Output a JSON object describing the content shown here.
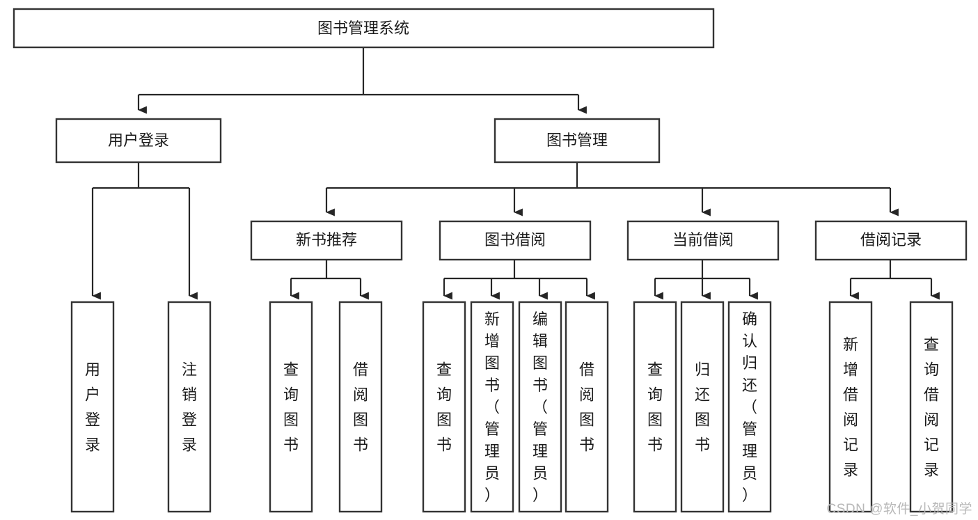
{
  "diagram": {
    "type": "tree-hierarchy",
    "orientation": "top-down",
    "title": "图书管理系统",
    "root": {
      "id": "root",
      "label": "图书管理系统",
      "level": 0
    },
    "level1": [
      {
        "id": "user-login",
        "label": "用户登录"
      },
      {
        "id": "book-manage",
        "label": "图书管理"
      }
    ],
    "level2": [
      {
        "id": "new-book-recommend",
        "label": "新书推荐",
        "parent": "book-manage"
      },
      {
        "id": "book-borrow",
        "label": "图书借阅",
        "parent": "book-manage"
      },
      {
        "id": "current-borrow",
        "label": "当前借阅",
        "parent": "book-manage"
      },
      {
        "id": "borrow-record",
        "label": "借阅记录",
        "parent": "book-manage"
      }
    ],
    "leaves": [
      {
        "id": "leaf-user-login",
        "label": "用户登录",
        "parent": "user-login"
      },
      {
        "id": "leaf-logout-login",
        "label": "注销登录",
        "parent": "user-login"
      },
      {
        "id": "leaf-query-book-1",
        "label": "查询图书",
        "parent": "new-book-recommend"
      },
      {
        "id": "leaf-borrow-book-1",
        "label": "借阅图书",
        "parent": "new-book-recommend"
      },
      {
        "id": "leaf-query-book-2",
        "label": "查询图书",
        "parent": "book-borrow"
      },
      {
        "id": "leaf-add-book",
        "label": "新增图书（管理员）",
        "parent": "book-borrow"
      },
      {
        "id": "leaf-edit-book",
        "label": "编辑图书（管理员）",
        "parent": "book-borrow"
      },
      {
        "id": "leaf-borrow-book-2",
        "label": "借阅图书",
        "parent": "book-borrow"
      },
      {
        "id": "leaf-query-book-3",
        "label": "查询图书",
        "parent": "current-borrow"
      },
      {
        "id": "leaf-return-book",
        "label": "归还图书",
        "parent": "current-borrow"
      },
      {
        "id": "leaf-confirm-return",
        "label": "确认归还（管理员）",
        "parent": "current-borrow"
      },
      {
        "id": "leaf-add-record",
        "label": "新增借阅记录",
        "parent": "borrow-record"
      },
      {
        "id": "leaf-query-record",
        "label": "查询借阅记录",
        "parent": "borrow-record"
      }
    ],
    "colors": {
      "box_border": "#333333",
      "box_fill": "#ffffff",
      "connector": "#262626",
      "text": "#1b1b1b",
      "background": "#ffffff",
      "watermark": "#b8b8b8"
    }
  },
  "watermark": {
    "text": "CSDN @软件_小贺同学"
  }
}
